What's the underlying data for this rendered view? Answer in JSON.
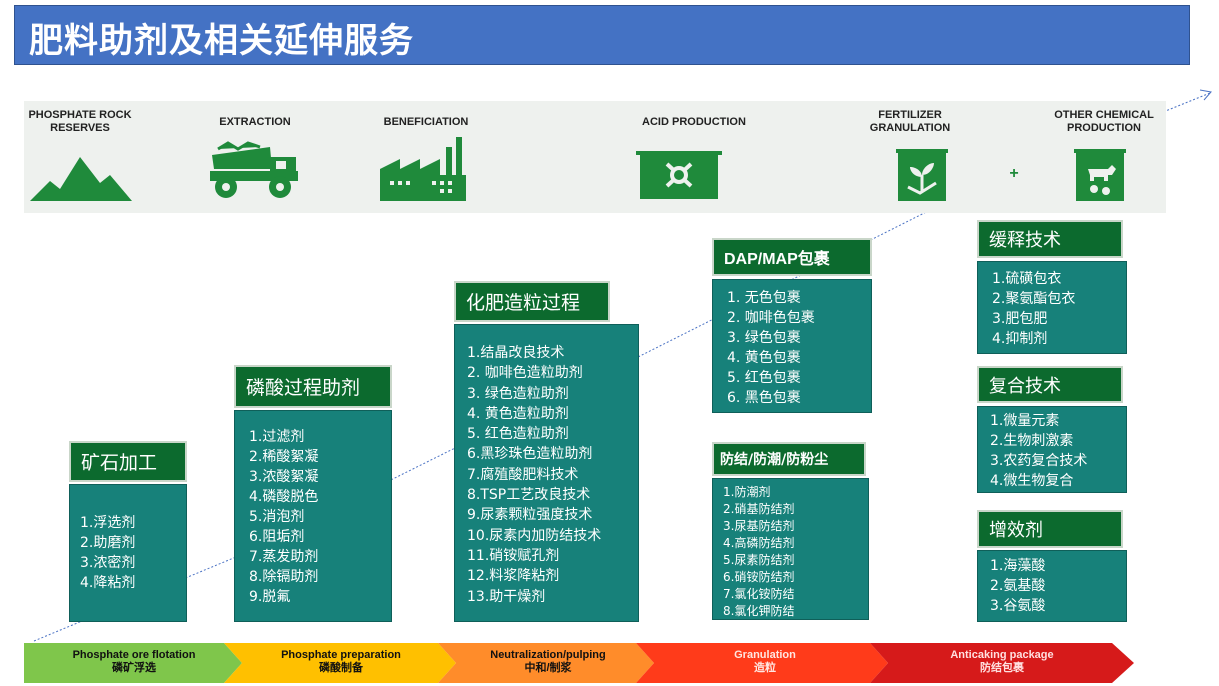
{
  "title": "肥料助剂及相关延伸服务",
  "stages": [
    {
      "label": "PHOSPHATE ROCK RESERVES",
      "icon": "mountains-icon"
    },
    {
      "label": "EXTRACTION",
      "icon": "mining-truck-icon"
    },
    {
      "label": "BENEFICIATION",
      "icon": "factory-icon"
    },
    {
      "label": "ACID PRODUCTION",
      "icon": "acid-tank-icon"
    },
    {
      "label": "FERTILIZER GRANULATION",
      "icon": "plant-bag-icon"
    },
    {
      "label": "OTHER CHEMICAL PRODUCTION",
      "icon": "livestock-bag-icon"
    }
  ],
  "plus_sign": "+",
  "boxes": {
    "ore": {
      "title": "矿石加工",
      "items": [
        "1.浮选剂",
        "2.助磨剂",
        "3.浓密剂",
        "4.降粘剂"
      ]
    },
    "phosphoric": {
      "title": "磷酸过程助剂",
      "items": [
        "1.过滤剂",
        "2.稀酸絮凝",
        "3.浓酸絮凝",
        "4.磷酸脱色",
        "5.消泡剂",
        "6.阻垢剂",
        "7.蒸发助剂",
        "8.除镉助剂",
        "9.脱氟"
      ]
    },
    "granulation": {
      "title": "化肥造粒过程",
      "items": [
        "1.结晶改良技术",
        "2. 咖啡色造粒助剂",
        "3. 绿色造粒助剂",
        "4. 黄色造粒助剂",
        "5. 红色造粒助剂",
        "6.黑珍珠色造粒助剂",
        "7.腐殖酸肥料技术",
        "8.TSP工艺改良技术",
        "9.尿素颗粒强度技术",
        "10.尿素内加防结技术",
        "11.硝铵赋孔剂",
        "12.料浆降粘剂",
        "13.助干燥剂"
      ]
    },
    "coating": {
      "title": "DAP/MAP包裹",
      "items": [
        "1. 无色包裹",
        "2. 咖啡色包裹",
        "3. 绿色包裹",
        "4. 黄色包裹",
        "5. 红色包裹",
        "6. 黑色包裹"
      ]
    },
    "anticaking": {
      "title": "防结/防潮/防粉尘",
      "items": [
        "1.防潮剂",
        "2.硝基防结剂",
        "3.尿基防结剂",
        "4.高磷防结剂",
        "5.尿素防结剂",
        "6.硝铵防结剂",
        "7.氯化铵防结",
        "8.氯化钾防结"
      ]
    },
    "slowrelease": {
      "title": "缓释技术",
      "items": [
        "1.硫磺包衣",
        "2.聚氨酯包衣",
        "3.肥包肥",
        "4.抑制剂"
      ]
    },
    "compound": {
      "title": "复合技术",
      "items": [
        "1.微量元素",
        "2.生物刺激素",
        "3.农药复合技术",
        "4.微生物复合"
      ]
    },
    "synergist": {
      "title": "增效剂",
      "items": [
        "1.海藻酸",
        "2.氨基酸",
        "3.谷氨酸"
      ]
    }
  },
  "process_steps": [
    {
      "en": "Phosphate ore flotation",
      "zh": "磷矿浮选",
      "color": "#7fc64b"
    },
    {
      "en": "Phosphate preparation",
      "zh": "磷酸制备",
      "color": "#ffc000"
    },
    {
      "en": "Neutralization/pulping",
      "zh": "中和/制浆",
      "color": "#ff8c2a"
    },
    {
      "en": "Granulation",
      "zh": "造粒",
      "color": "#ff3b1a"
    },
    {
      "en": "Anticaking  package",
      "zh": "防结包裹",
      "color": "#d61a1a"
    }
  ],
  "colors": {
    "title_bg": "#4472c4",
    "head_bg": "#0c6a2e",
    "body_bg": "#17817a",
    "icon_green": "#1f8a3b"
  }
}
